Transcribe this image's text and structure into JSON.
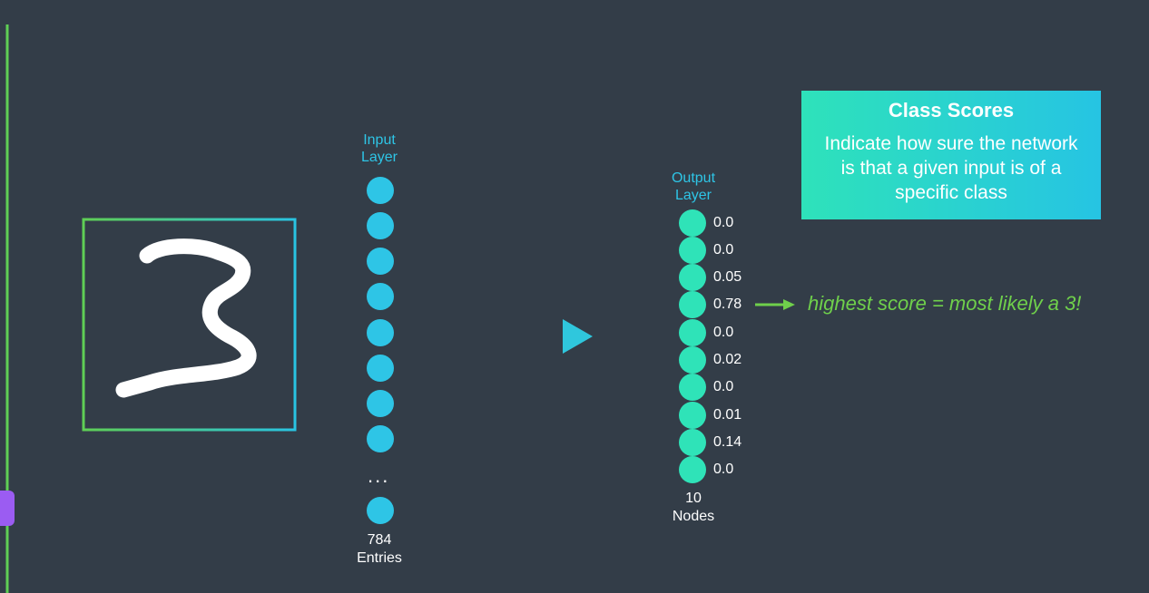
{
  "input_layer": {
    "label_lines": [
      "Input",
      "Layer"
    ],
    "count_lines": [
      "784",
      "Entries"
    ],
    "ellipsis": "..."
  },
  "output_layer": {
    "label_lines": [
      "Output",
      "Layer"
    ],
    "count_lines": [
      "10",
      "Nodes"
    ],
    "scores": [
      "0.0",
      "0.0",
      "0.05",
      "0.78",
      "0.0",
      "0.02",
      "0.0",
      "0.01",
      "0.14",
      "0.0"
    ]
  },
  "info_box": {
    "title": "Class Scores",
    "body": "Indicate how sure the network is that a given input is of a specific class"
  },
  "annotation": "highest score = most likely a 3!",
  "colors": {
    "background": "#333d48",
    "input_node": "#2ec5e6",
    "output_node": "#2fe3b8",
    "accent_green": "#6fd04b"
  }
}
